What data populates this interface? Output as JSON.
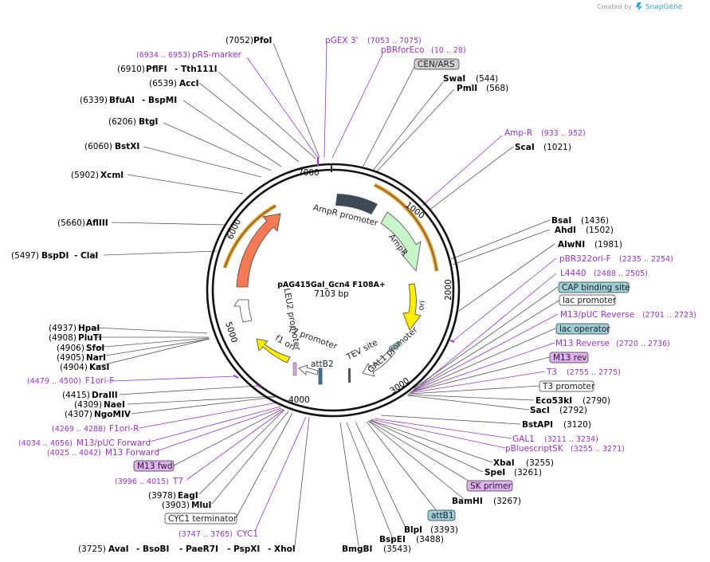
{
  "watermark": {
    "prefix": "Created by",
    "brand": "SnapGene",
    "icon": "snapgene-logo-icon"
  },
  "plasmid": {
    "name": "pAG415Gal_Gcn4 F108A+",
    "length_label": "7103 bp"
  },
  "ticks": [
    "1000",
    "2000",
    "3000",
    "4000",
    "5000",
    "6000",
    "7000"
  ],
  "colors": {
    "primer": "#9b2fd0",
    "leu2": "#f47a55",
    "ampr": "#c7f5c7",
    "ori": "#ffee00",
    "f1ori": "#ffee00",
    "ampr_promoter": "#3f4a55",
    "tag_gray": "#cfcfcf",
    "tag_blue": "#9ccfda",
    "tag_purple": "#e0b0f0"
  },
  "inner_features": {
    "ampr_promoter": "AmpR promoter",
    "ampr": "AmpR",
    "ori": "ori",
    "tev_site": "TEV site",
    "gal1_promoter": "GAL1 promoter",
    "attb2": "attB2",
    "t7_promoter": "T7 promoter",
    "f1_ori": "f1 ori",
    "leu2_promoter": "LEU2 promoter",
    "leu2": "LEU2"
  },
  "labels": {
    "pfoi": {
      "pos": "(7052)",
      "name": "PfoI"
    },
    "pgex3": {
      "name": "pGEX 3'",
      "pos": "(7053 .. 7075)"
    },
    "prs_marker": {
      "pos": "(6934 .. 6953)",
      "name": "pRS-marker"
    },
    "pbrforeco": {
      "name": "pBRforEco",
      "pos": "(10 .. 28)"
    },
    "pflfi": {
      "pos": "(6910)",
      "name": "PflFI",
      "name2": "Tth111I"
    },
    "cen_ars": {
      "name": "CEN/ARS"
    },
    "acci": {
      "pos": "(6539)",
      "name": "AccI"
    },
    "swai": {
      "name": "SwaI",
      "pos": "(544)"
    },
    "pmli": {
      "name": "PmlI",
      "pos": "(568)"
    },
    "bfuai": {
      "pos": "(6339)",
      "name": "BfuAI",
      "name2": "BspMI"
    },
    "btgi": {
      "pos": "(6206)",
      "name": "BtgI"
    },
    "ampr_primer": {
      "name": "Amp-R",
      "pos": "(933 .. 952)"
    },
    "bstxi": {
      "pos": "(6060)",
      "name": "BstXI"
    },
    "scai": {
      "name": "ScaI",
      "pos": "(1021)"
    },
    "xcmi": {
      "pos": "(5902)",
      "name": "XcmI"
    },
    "afliii": {
      "pos": "(5660)",
      "name": "AflIII"
    },
    "bsai": {
      "name": "BsaI",
      "pos": "(1436)"
    },
    "ahdi": {
      "name": "AhdI",
      "pos": "(1502)"
    },
    "alwni": {
      "name": "AlwNI",
      "pos": "(1981)"
    },
    "bspdi": {
      "pos": "(5497)",
      "name": "BspDI",
      "name2": "ClaI"
    },
    "pbr322ori": {
      "name": "pBR322ori-F",
      "pos": "(2235 .. 2254)"
    },
    "l4440": {
      "name": "L4440",
      "pos": "(2488 .. 2505)"
    },
    "cap_binding": {
      "name": "CAP binding site"
    },
    "lac_promoter": {
      "name": "lac promoter"
    },
    "m13puc_rev": {
      "name": "M13/pUC Reverse",
      "pos": "(2701 .. 2723)"
    },
    "lac_operator": {
      "name": "lac operator"
    },
    "hpai": {
      "pos": "(4937)",
      "name": "HpaI"
    },
    "pluti": {
      "pos": "(4908)",
      "name": "PluTI"
    },
    "sfoi": {
      "pos": "(4906)",
      "name": "SfoI"
    },
    "nari": {
      "pos": "(4905)",
      "name": "NarI"
    },
    "kasi": {
      "pos": "(4904)",
      "name": "KasI"
    },
    "m13_reverse": {
      "name": "M13 Reverse",
      "pos": "(2720 .. 2736)"
    },
    "m13_rev": {
      "name": "M13 rev"
    },
    "t3": {
      "name": "T3",
      "pos": "(2755 .. 2775)"
    },
    "f1ori_f": {
      "pos": "(4479 .. 4500)",
      "name": "F1ori-F"
    },
    "t3_promoter": {
      "name": "T3 promoter"
    },
    "draiii": {
      "pos": "(4415)",
      "name": "DraIII"
    },
    "eco53ki": {
      "name": "Eco53kI",
      "pos": "(2790)"
    },
    "naei": {
      "pos": "(4309)",
      "name": "NaeI"
    },
    "saci": {
      "name": "SacI",
      "pos": "(2792)"
    },
    "ngomiv": {
      "pos": "(4307)",
      "name": "NgoMIV"
    },
    "bstapi": {
      "name": "BstAPI",
      "pos": "(3120)"
    },
    "f1ori_r": {
      "pos": "(4269 .. 4288)",
      "name": "F1ori-R"
    },
    "gal1": {
      "name": "GAL1",
      "pos": "(3211 .. 3234)"
    },
    "m13puc_fwd": {
      "pos": "(4034 .. 4056)",
      "name": "M13/pUC Forward"
    },
    "pbluescriptsk": {
      "name": "pBluescriptSK",
      "pos": "(3255 .. 3271)"
    },
    "m13_forward": {
      "pos": "(4025 .. 4042)",
      "name": "M13 Forward"
    },
    "xbai": {
      "name": "XbaI",
      "pos": "(3255)"
    },
    "m13_fwd": {
      "name": "M13 fwd"
    },
    "spei": {
      "name": "SpeI",
      "pos": "(3261)"
    },
    "t7": {
      "pos": "(3996 .. 4015)",
      "name": "T7"
    },
    "sk_primer": {
      "name": "SK primer"
    },
    "eagi": {
      "pos": "(3978)",
      "name": "EagI"
    },
    "bamhi": {
      "name": "BamHI",
      "pos": "(3267)"
    },
    "mlui": {
      "pos": "(3903)",
      "name": "MluI"
    },
    "cyc1_term": {
      "name": "CYC1 terminator"
    },
    "attb1": {
      "name": "attB1"
    },
    "cyc1": {
      "pos": "(3747 .. 3765)",
      "name": "CYC1"
    },
    "blpi": {
      "name": "BlpI",
      "pos": "(3393)"
    },
    "bspei": {
      "name": "BspEI",
      "pos": "(3488)"
    },
    "avai": {
      "pos": "(3725)",
      "name": "AvaI",
      "n2": "BsoBI",
      "n3": "PaeR7I",
      "n4": "PspXI",
      "n5": "XhoI"
    },
    "bmgbi": {
      "name": "BmgBI",
      "pos": "(3543)"
    }
  }
}
